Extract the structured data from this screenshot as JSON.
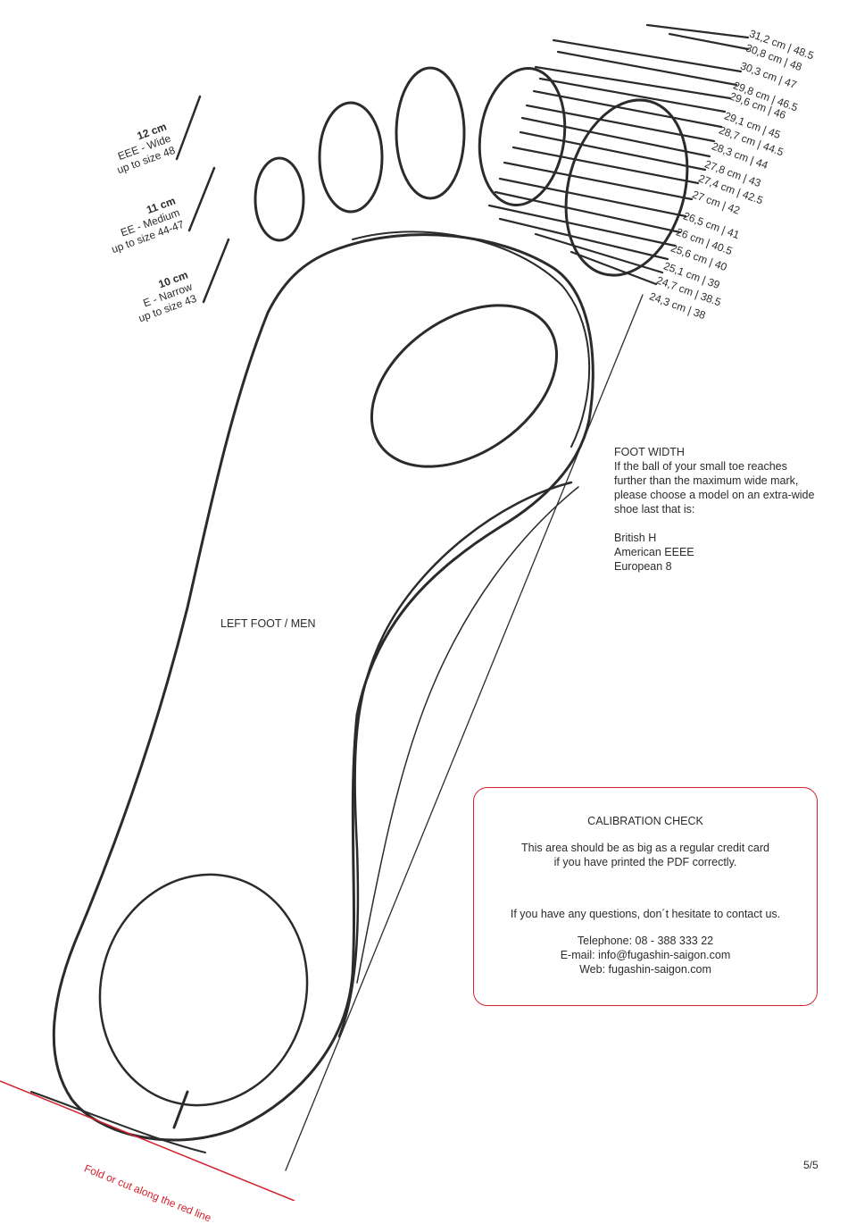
{
  "colors": {
    "ink": "#2b2b2b",
    "fold_line": "#d4212c",
    "calibration_border": "#d4212c"
  },
  "width_marks": [
    {
      "width": "12 cm",
      "fit": "EEE - Wide",
      "range": "up to size 48"
    },
    {
      "width": "11 cm",
      "fit": "EE - Medium",
      "range": "up to size  44-47"
    },
    {
      "width": "10 cm",
      "fit": "E - Narrow",
      "range": "up to size 43"
    }
  ],
  "length_marks": [
    "31,2 cm | 48.5",
    "30,8 cm | 48",
    "30,3 cm | 47",
    "29,8 cm | 46.5",
    "29,6 cm | 46",
    "29,1 cm | 45",
    "28,7 cm | 44.5",
    "28,3 cm | 44",
    "27,8 cm | 43",
    "27,4 cm | 42.5",
    "27 cm | 42",
    "26,5 cm | 41",
    "26 cm | 40.5",
    "25,6 cm | 40",
    "25,1 cm | 39",
    "24,7 cm | 38.5",
    "24,3 cm | 38"
  ],
  "foot_width": {
    "heading": "FOOT WIDTH",
    "lines": [
      "If the ball of your small toe reaches",
      "further than the maximum wide mark,",
      "please choose a model on an extra-wide",
      "shoe last that is:"
    ],
    "standards": [
      "British H",
      "American EEEE",
      "European 8"
    ]
  },
  "foot_label": "LEFT FOOT / MEN",
  "calibration": {
    "title": "CALIBRATION CHECK",
    "desc_line1": "This area should be as big as a regular credit card",
    "desc_line2": "if you have printed the PDF correctly.",
    "contact_intro": "If you have any questions, don´t hesitate to contact us.",
    "telephone": "Telephone:  08 - 388 333 22",
    "email": "E-mail: info@fugashin-saigon.com",
    "web": "Web: fugashin-saigon.com"
  },
  "fold_text": "Fold or cut along the red line",
  "page_number": "5/5"
}
